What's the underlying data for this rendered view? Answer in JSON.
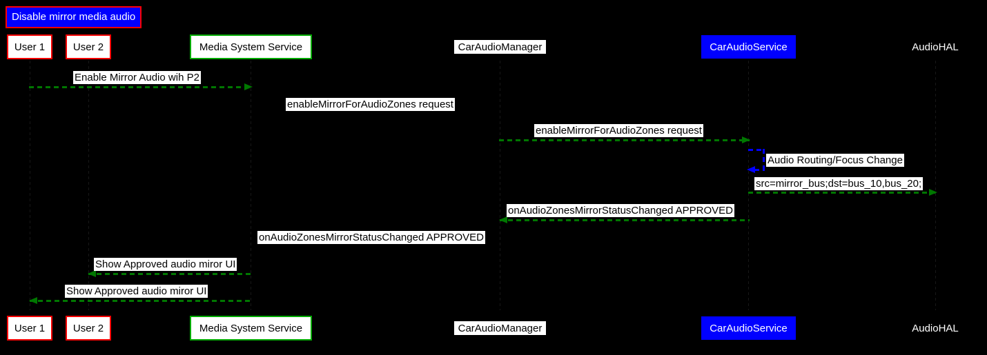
{
  "diagram": {
    "kind": "uml-sequence-diagram",
    "background_color": "#000000",
    "title": {
      "label": "Disable mirror media audio",
      "background_color": "#0000ff",
      "border_color": "#ff0000",
      "text_color": "#ffffff"
    },
    "colors": {
      "message_green": "#007700",
      "self_message_blue": "#0000ff",
      "participant_red": "#ff0000",
      "participant_green": "#00aa00",
      "participant_blue": "#0000ff",
      "label_background": "#ffffff"
    },
    "participants": [
      {
        "name": "User 1",
        "style": "white-box-red-border"
      },
      {
        "name": "User 2",
        "style": "white-box-red-border"
      },
      {
        "name": "Media System Service",
        "style": "white-box-green-border"
      },
      {
        "name": "CarAudioManager",
        "style": "white-label-no-border"
      },
      {
        "name": "CarAudioService",
        "style": "blue-fill-white-text"
      },
      {
        "name": "AudioHAL",
        "style": "white-text-on-background"
      }
    ],
    "messages": [
      {
        "label": "Enable Mirror Audio wih P2",
        "from": "User 1",
        "to": "Media System Service",
        "direction": "right",
        "line": "dashed",
        "color": "#007700",
        "arrow_visible": true
      },
      {
        "label": "enableMirrorForAudioZones request",
        "from": "Media System Service",
        "to": "CarAudioManager",
        "direction": "right",
        "line": "dashed",
        "color": "#000000",
        "arrow_visible": false
      },
      {
        "label": "enableMirrorForAudioZones request",
        "from": "CarAudioManager",
        "to": "CarAudioService",
        "direction": "right",
        "line": "dashed",
        "color": "#007700",
        "arrow_visible": true
      },
      {
        "label": "Audio Routing/Focus Change",
        "from": "CarAudioService",
        "to": "CarAudioService",
        "direction": "self",
        "line": "dashed",
        "color": "#0000ff",
        "arrow_visible": true
      },
      {
        "label": "src=mirror_bus;dst=bus_10,bus_20;",
        "from": "CarAudioService",
        "to": "AudioHAL",
        "direction": "right",
        "line": "dashed",
        "color": "#007700",
        "arrow_visible": true
      },
      {
        "label": "onAudioZonesMirrorStatusChanged APPROVED",
        "from": "CarAudioService",
        "to": "CarAudioManager",
        "direction": "left",
        "line": "dashed",
        "color": "#007700",
        "arrow_visible": true
      },
      {
        "label": "onAudioZonesMirrorStatusChanged APPROVED",
        "from": "CarAudioManager",
        "to": "Media System Service",
        "direction": "left",
        "line": "dashed",
        "color": "#000000",
        "arrow_visible": false
      },
      {
        "label": "Show Approved audio miror UI",
        "from": "Media System Service",
        "to": "User 2",
        "direction": "left",
        "line": "dashed",
        "color": "#007700",
        "arrow_visible": true
      },
      {
        "label": "Show Approved audio miror UI",
        "from": "Media System Service",
        "to": "User 1",
        "direction": "left",
        "line": "dashed",
        "color": "#007700",
        "arrow_visible": true
      }
    ]
  }
}
